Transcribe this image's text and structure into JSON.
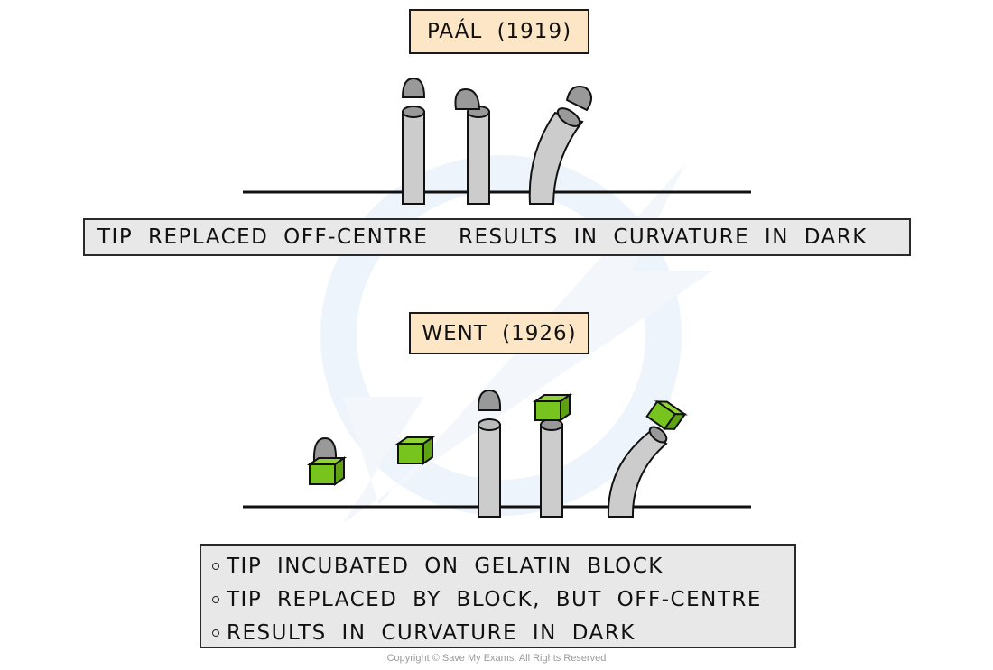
{
  "paal": {
    "title": "PAÁL (1919)",
    "note": "TIP REPLACED OFF-CENTRE  RESULTS IN CURVATURE IN DARK",
    "stages": [
      "tip-removed",
      "tip-replaced-off-centre",
      "shoot-curves"
    ]
  },
  "went": {
    "title": "WENT (1926)",
    "bullets": [
      "TIP INCUBATED ON GELATIN BLOCK",
      "TIP REPLACED BY BLOCK, BUT OFF-CENTRE",
      "RESULTS IN CURVATURE IN DARK"
    ],
    "stages": [
      "tip-on-block",
      "block-alone",
      "tip-removed",
      "block-placed-off-centre",
      "shoot-curves"
    ]
  },
  "colors": {
    "label_fill": "#fde6c5",
    "note_fill": "#e8e8e8",
    "stem_fill": "#cccccc",
    "tip_fill": "#999999",
    "block_fill": "#77c41e",
    "block_side": "#5ea214",
    "outline": "#111111"
  },
  "copyright": "Copyright © Save My Exams. All Rights Reserved"
}
